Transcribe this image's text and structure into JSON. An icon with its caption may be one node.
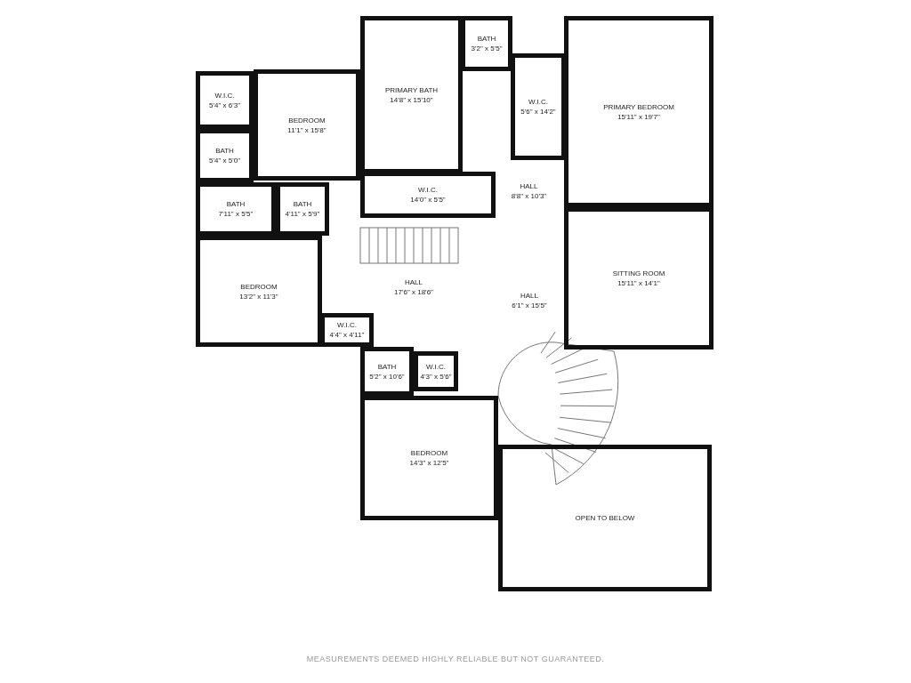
{
  "diagram": {
    "nodes": [
      {
        "text": [
          "BATH",
          "3'2\" x 5'5\""
        ]
      },
      {
        "text": [
          "PRIMARY BATH",
          "14'8\" x 15'10\""
        ]
      },
      {
        "text": [
          "W.I.C.",
          "5'6\" x 14'2\""
        ]
      },
      {
        "text": [
          "PRIMARY BEDROOM",
          "15'11\" x 19'7\""
        ]
      },
      {
        "text": [
          "W.I.C.",
          "5'4\" x 6'3\""
        ]
      },
      {
        "text": [
          "BEDROOM",
          "11'1\" x 15'8\""
        ]
      },
      {
        "text": [
          "BATH",
          "5'4\" x 5'0\""
        ]
      },
      {
        "text": [
          "W.I.C.",
          "14'0\" x 5'5\""
        ]
      },
      {
        "text": [
          "HALL",
          "8'8\" x 10'3\""
        ]
      },
      {
        "text": [
          "BATH",
          "7'11\" x 5'5\""
        ]
      },
      {
        "text": [
          "BATH",
          "4'11\" x 5'9\""
        ]
      },
      {
        "text": [
          "HALL",
          "17'6\" x 18'6\""
        ]
      },
      {
        "text": [
          "SITTING ROOM",
          "15'11\" x 14'1\""
        ]
      },
      {
        "text": [
          "BEDROOM",
          "13'2\" x 11'3\""
        ]
      },
      {
        "text": [
          "W.I.C.",
          "4'4\" x 4'11\""
        ]
      },
      {
        "text": [
          "HALL",
          "6'1\" x 15'5\""
        ]
      },
      {
        "text": [
          "BATH",
          "5'2\" x 10'6\""
        ]
      },
      {
        "text": [
          "W.I.C.",
          "4'3\" x 5'6\""
        ]
      },
      {
        "text": [
          "BEDROOM",
          "14'3\" x 12'5\""
        ]
      },
      {
        "text": [
          "OPEN TO BELOW"
        ]
      }
    ],
    "labels": [
      "MEASUREMENTS DEEMED HIGHLY RELIABLE BUT NOT GUARANTEED."
    ]
  }
}
